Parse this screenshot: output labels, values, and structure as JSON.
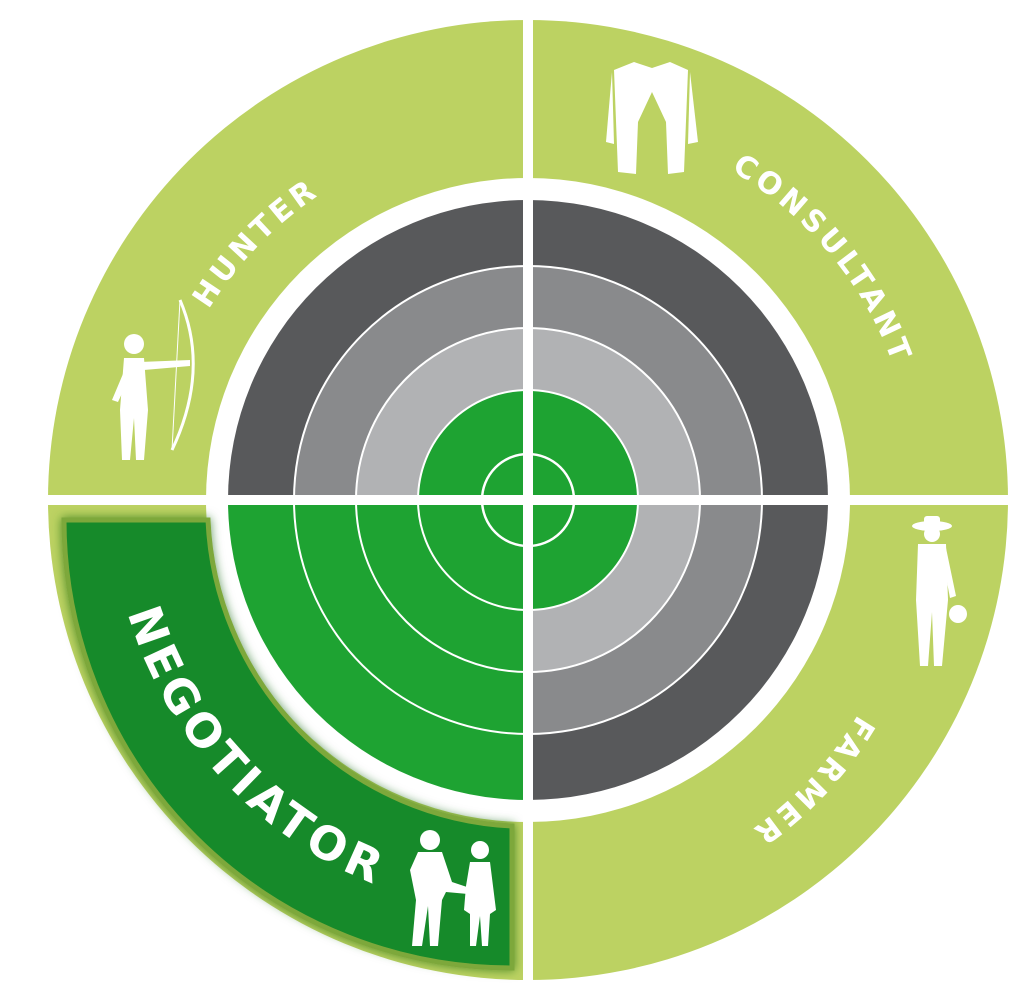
{
  "quadrants": {
    "top_left": {
      "label": "HUNTER",
      "icon": "archer-icon"
    },
    "top_right": {
      "label": "CONSULTANT",
      "icon": "suit-jacket-icon"
    },
    "bottom_right": {
      "label": "FARMER",
      "icon": "farmer-icon"
    },
    "bottom_left": {
      "label": "NEGOTIATOR",
      "icon": "handshake-icon",
      "highlighted": true
    }
  },
  "target_rings": 5,
  "colors": {
    "outer_ring": "#bcd262",
    "highlight_band": "#128a2a",
    "highlight_border": "#7da83a",
    "ring_dark": "#58595b",
    "ring_mid": "#898a8c",
    "ring_light": "#b1b2b4",
    "ring_green": "#1ea332",
    "divider": "#ffffff"
  }
}
